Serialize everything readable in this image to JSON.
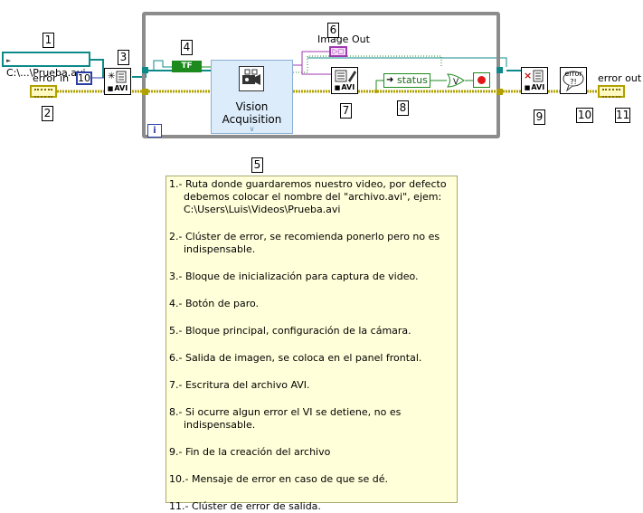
{
  "markers": [
    "1",
    "2",
    "3",
    "4",
    "5",
    "6",
    "7",
    "8",
    "9",
    "10",
    "11"
  ],
  "terminals": {
    "file_path": "C:\\...\\Prueba.avi",
    "error_in": "error in",
    "error_out": "error out",
    "constant_10": "10",
    "boolean_tf": "TF",
    "image_out": "Image Out",
    "status": "status",
    "avi_tag": "AVI",
    "or_symbol": "V",
    "error_dialog": "error",
    "loop_iteration": "i"
  },
  "vision_block": {
    "label": "Vision\nAcquisition"
  },
  "comment_notes": [
    "1.- Ruta donde guardaremos nuestro video, por defecto debemos colocar el nombre del \"archivo.avi\", ejem: C:\\Users\\Luis\\Videos\\Prueba.avi",
    "2.- Clúster de error, se recomienda ponerlo pero no es indispensable.",
    "3.- Bloque de inicialización para captura de video.",
    "4.- Botón de paro.",
    "5.- Bloque principal, configuración de la cámara.",
    "6.- Salida de imagen, se coloca en el panel frontal.",
    "7.- Escritura del archivo AVI.",
    "8.- Si ocurre algun error el VI se detiene, no es indispensable.",
    "9.- Fin de la creación del archivo",
    "10.- Mensaje de error en caso de que se dé.",
    "11.- Clúster de error de salida."
  ],
  "colors": {
    "path_wire": "#0f8a8a",
    "error_wire": "#b0a000",
    "boolean_wire": "#1d8a1d",
    "image_wire": "#a03ab0",
    "loop_border": "#8c8c8c",
    "comment_bg": "#ffffd9",
    "stop_red": "#e01a1a"
  }
}
